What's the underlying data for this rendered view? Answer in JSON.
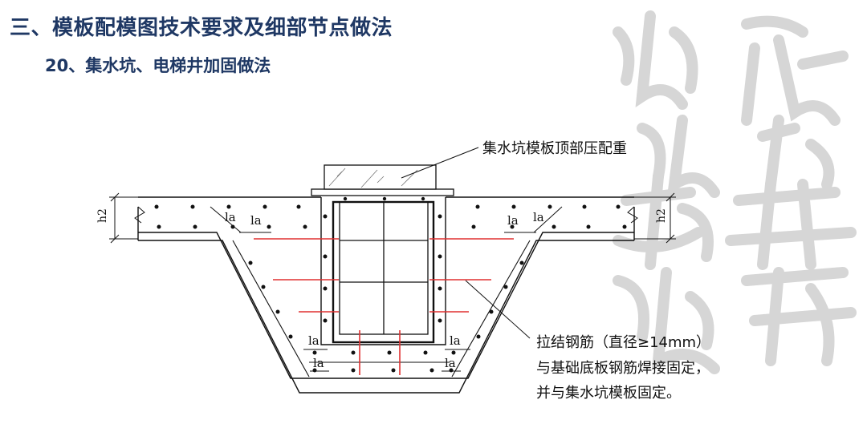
{
  "header": {
    "title": "三、模板配模图技术要求及细部节点做法",
    "subtitle": "20、集水坑、电梯井加固做法"
  },
  "annotations": {
    "top_label": "集水坑模板顶部压配重",
    "right_lines": [
      "拉结钢筋（直径≥14mm）",
      "与基础底板钢筋焊接固定，",
      "并与集水坑模板固定。"
    ]
  },
  "dimensions": {
    "h2_left": "h2",
    "h2_right": "h2",
    "la": "la"
  },
  "colors": {
    "title": "#1f3864",
    "rebar_red": "#e03030",
    "line": "#111111",
    "watermark": "#d9d9d9"
  }
}
